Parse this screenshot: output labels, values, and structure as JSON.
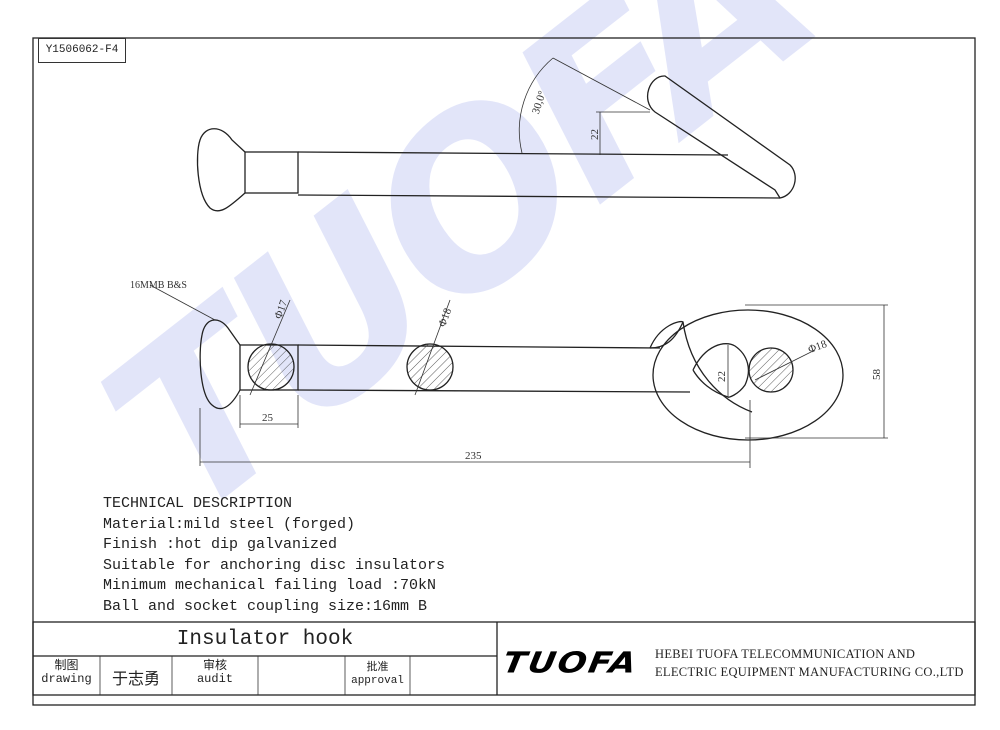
{
  "drawing_number": "Y1506062-F4",
  "watermark": "TUOFA",
  "dimensions": {
    "angle": "30,0°",
    "offset_top": "22",
    "ball_label": "16MMB B&S",
    "dia_neck": "Φ17",
    "dia_shaft": "Φ18",
    "dia_hook": "Φ18",
    "hook_gap": "22",
    "hook_height": "58",
    "neck_length": "25",
    "overall_length": "235"
  },
  "description": {
    "heading": "TECHNICAL DESCRIPTION",
    "lines": [
      "Material:mild steel (forged)",
      "Finish :hot dip galvanized",
      "Suitable for anchoring disc insulators",
      "Minimum mechanical failing load :70kN",
      "Ball and socket coupling size:16mm B"
    ]
  },
  "title_block": {
    "title": "Insulator hook",
    "drawing_label_cn": "制图",
    "drawing_label_en": "drawing",
    "drawing_name": "于志勇",
    "audit_label_cn": "审核",
    "audit_label_en": "audit",
    "audit_value": "",
    "approval_label_cn": "批准",
    "approval_label_en": "approval",
    "approval_value": "",
    "logo": "TUOFA",
    "company_line1": "HEBEI TUOFA TELECOMMUNICATION AND",
    "company_line2": "ELECTRIC EQUIPMENT MANUFACTURING CO.,LTD"
  }
}
